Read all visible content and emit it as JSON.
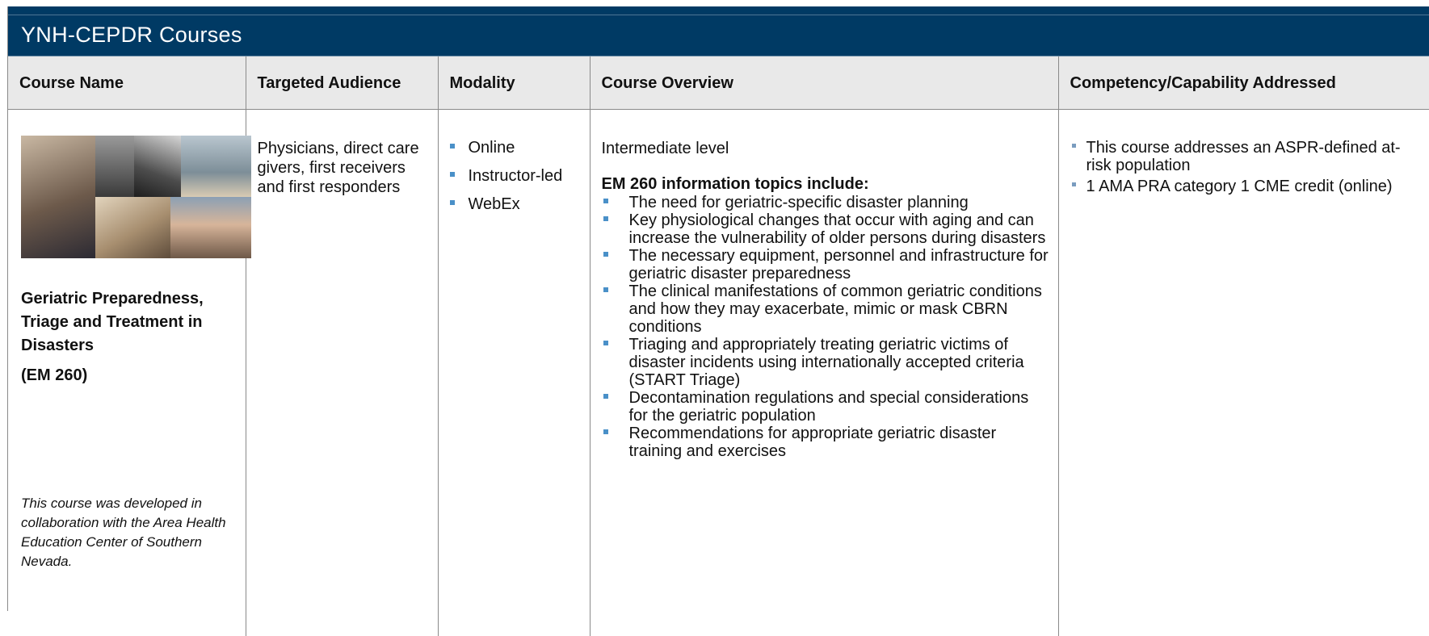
{
  "banner": {
    "title": "YNH-CEPDR Courses"
  },
  "colors": {
    "banner": "#003a64",
    "header_bg": "#e9e9e9",
    "bullet": "#4a90c8"
  },
  "table": {
    "headers": [
      "Course Name",
      "Targeted Audience",
      "Modality",
      "Course Overview",
      "Competency/Capability Addressed"
    ],
    "row": {
      "course_title": "Geriatric Preparedness, Triage and Treatment in Disasters",
      "course_code": "(EM 260)",
      "credit_note": "This course was developed in collaboration with the Area Health Education Center of Southern Nevada.",
      "audience": "Physicians, direct care givers, first receivers and first responders",
      "modality": [
        "Online",
        "Instructor-led",
        "WebEx"
      ],
      "level": "Intermediate level",
      "topics_heading": "EM 260 information topics include:",
      "topics": [
        "The need for geriatric-specific disaster planning",
        "Key physiological changes that occur with aging and can increase the vulnerability of older persons during disasters",
        "The necessary equipment, personnel and infrastructure for geriatric disaster preparedness",
        "The clinical manifestations of common geriatric conditions and how they may exacerbate, mimic or mask CBRN conditions",
        "Triaging and appropriately treating geriatric victims of disaster incidents using internationally accepted criteria (START Triage)",
        "Decontamination regulations and special considerations for the geriatric population",
        "Recommendations for appropriate geriatric disaster training and exercises"
      ],
      "competencies": [
        "This course addresses an ASPR-defined at-risk population",
        "1 AMA PRA category 1 CME credit (online)"
      ]
    }
  }
}
